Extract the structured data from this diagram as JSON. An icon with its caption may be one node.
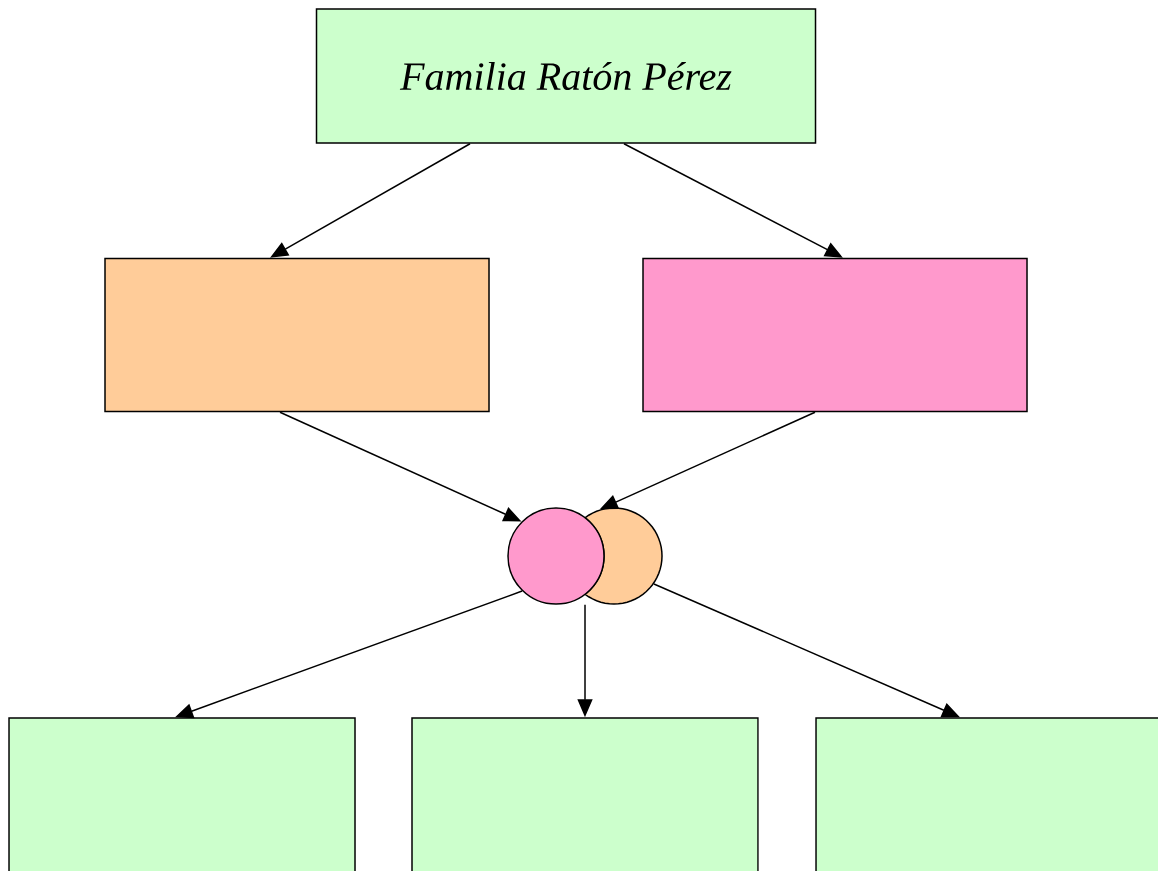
{
  "diagram": {
    "nodes": [
      {
        "text": [
          "Familia Ratón Pérez"
        ]
      },
      {
        "text": [],
        "shape": "box"
      },
      {
        "text": [],
        "shape": "box"
      },
      {
        "text": [],
        "shape": "circle"
      },
      {
        "text": [],
        "shape": "circle"
      },
      {
        "text": [],
        "shape": "box"
      },
      {
        "text": [],
        "shape": "box"
      },
      {
        "text": [],
        "shape": "box"
      }
    ],
    "edges": [
      {
        "from": 0,
        "to": 1,
        "arrow": "to"
      },
      {
        "from": 0,
        "to": 2,
        "arrow": "to"
      },
      {
        "from": 1,
        "to": 3,
        "arrow": "to"
      },
      {
        "from": 2,
        "to": 4,
        "arrow": "to"
      },
      {
        "from": 3,
        "to": 5,
        "arrow": "to"
      },
      {
        "from": 3,
        "to": 6,
        "arrow": "to"
      },
      {
        "from": 4,
        "to": 7,
        "arrow": "to"
      }
    ]
  }
}
